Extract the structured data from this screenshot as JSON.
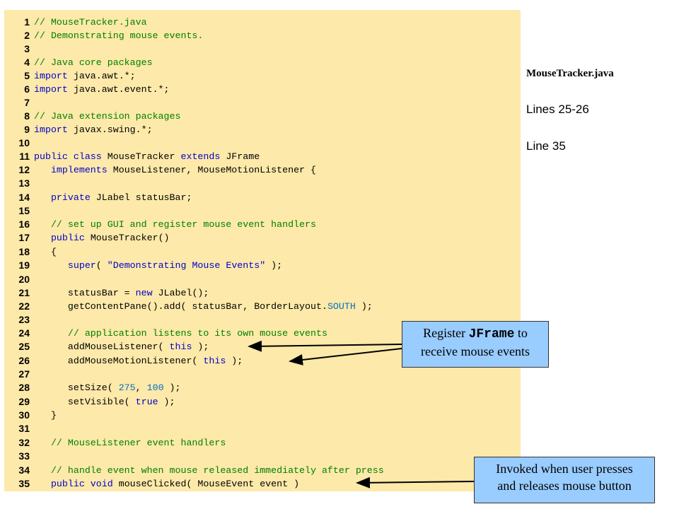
{
  "sidebar": {
    "file_name": "MouseTracker.java",
    "refs": [
      "Lines 25-26",
      "Line 35"
    ]
  },
  "callouts": {
    "register": {
      "pre": "Register ",
      "mono": "JFrame",
      "post": " to",
      "line2": "receive mouse events"
    },
    "invoked": {
      "line1": "Invoked when user presses",
      "line2": "and releases mouse button"
    }
  },
  "colors": {
    "panel": "#fde9a9",
    "comment": "#008000",
    "keyword": "#0000cc",
    "number": "#0070c0",
    "callout": "#99ccff"
  },
  "code_lines": [
    {
      "n": "1",
      "tokens": [
        {
          "t": "// MouseTracker.java",
          "c": "comment"
        }
      ]
    },
    {
      "n": "2",
      "tokens": [
        {
          "t": "// Demonstrating mouse events.",
          "c": "comment"
        }
      ]
    },
    {
      "n": "3",
      "tokens": []
    },
    {
      "n": "4",
      "tokens": [
        {
          "t": "// Java core packages",
          "c": "comment"
        }
      ]
    },
    {
      "n": "5",
      "tokens": [
        {
          "t": "import",
          "c": "keyword"
        },
        {
          "t": " java.awt.*;",
          "c": "text"
        }
      ]
    },
    {
      "n": "6",
      "tokens": [
        {
          "t": "import",
          "c": "keyword"
        },
        {
          "t": " java.awt.event.*;",
          "c": "text"
        }
      ]
    },
    {
      "n": "7",
      "tokens": []
    },
    {
      "n": "8",
      "tokens": [
        {
          "t": "// Java extension packages",
          "c": "comment"
        }
      ]
    },
    {
      "n": "9",
      "tokens": [
        {
          "t": "import",
          "c": "keyword"
        },
        {
          "t": " javax.swing.*;",
          "c": "text"
        }
      ]
    },
    {
      "n": "10",
      "tokens": []
    },
    {
      "n": "11",
      "tokens": [
        {
          "t": "public class",
          "c": "keyword"
        },
        {
          "t": " MouseTracker ",
          "c": "text"
        },
        {
          "t": "extends",
          "c": "keyword"
        },
        {
          "t": " JFrame",
          "c": "text"
        }
      ]
    },
    {
      "n": "12",
      "tokens": [
        {
          "t": "   ",
          "c": "text"
        },
        {
          "t": "implements",
          "c": "keyword"
        },
        {
          "t": " MouseListener, MouseMotionListener {",
          "c": "text"
        }
      ]
    },
    {
      "n": "13",
      "tokens": []
    },
    {
      "n": "14",
      "tokens": [
        {
          "t": "   ",
          "c": "text"
        },
        {
          "t": "private",
          "c": "keyword"
        },
        {
          "t": " JLabel statusBar;",
          "c": "text"
        }
      ]
    },
    {
      "n": "15",
      "tokens": []
    },
    {
      "n": "16",
      "tokens": [
        {
          "t": "   // set up GUI and register mouse event handlers",
          "c": "comment"
        }
      ]
    },
    {
      "n": "17",
      "tokens": [
        {
          "t": "   ",
          "c": "text"
        },
        {
          "t": "public",
          "c": "keyword"
        },
        {
          "t": " MouseTracker()",
          "c": "text"
        }
      ]
    },
    {
      "n": "18",
      "tokens": [
        {
          "t": "   {",
          "c": "text"
        }
      ]
    },
    {
      "n": "19",
      "tokens": [
        {
          "t": "      ",
          "c": "text"
        },
        {
          "t": "super",
          "c": "keyword"
        },
        {
          "t": "( ",
          "c": "text"
        },
        {
          "t": "\"Demonstrating Mouse Events\"",
          "c": "string"
        },
        {
          "t": " );",
          "c": "text"
        }
      ]
    },
    {
      "n": "20",
      "tokens": []
    },
    {
      "n": "21",
      "tokens": [
        {
          "t": "      statusBar = ",
          "c": "text"
        },
        {
          "t": "new",
          "c": "keyword"
        },
        {
          "t": " JLabel();",
          "c": "text"
        }
      ]
    },
    {
      "n": "22",
      "tokens": [
        {
          "t": "      getContentPane().add( statusBar, BorderLayout.",
          "c": "text"
        },
        {
          "t": "SOUTH",
          "c": "const"
        },
        {
          "t": " );",
          "c": "text"
        }
      ]
    },
    {
      "n": "23",
      "tokens": []
    },
    {
      "n": "24",
      "tokens": [
        {
          "t": "      // application listens to its own mouse events",
          "c": "comment"
        }
      ]
    },
    {
      "n": "25",
      "tokens": [
        {
          "t": "      addMouseListener( ",
          "c": "text"
        },
        {
          "t": "this",
          "c": "keyword"
        },
        {
          "t": " );",
          "c": "text"
        }
      ]
    },
    {
      "n": "26",
      "tokens": [
        {
          "t": "      addMouseMotionListener( ",
          "c": "text"
        },
        {
          "t": "this",
          "c": "keyword"
        },
        {
          "t": " );",
          "c": "text"
        }
      ]
    },
    {
      "n": "27",
      "tokens": []
    },
    {
      "n": "28",
      "tokens": [
        {
          "t": "      setSize( ",
          "c": "text"
        },
        {
          "t": "275",
          "c": "number"
        },
        {
          "t": ", ",
          "c": "text"
        },
        {
          "t": "100",
          "c": "number"
        },
        {
          "t": " );",
          "c": "text"
        }
      ]
    },
    {
      "n": "29",
      "tokens": [
        {
          "t": "      setVisible( ",
          "c": "text"
        },
        {
          "t": "true",
          "c": "keyword"
        },
        {
          "t": " );",
          "c": "text"
        }
      ]
    },
    {
      "n": "30",
      "tokens": [
        {
          "t": "   }",
          "c": "text"
        }
      ]
    },
    {
      "n": "31",
      "tokens": []
    },
    {
      "n": "32",
      "tokens": [
        {
          "t": "   // MouseListener event handlers",
          "c": "comment"
        }
      ]
    },
    {
      "n": "33",
      "tokens": []
    },
    {
      "n": "34",
      "tokens": [
        {
          "t": "   // handle event when mouse released immediately after press",
          "c": "comment"
        }
      ]
    },
    {
      "n": "35",
      "tokens": [
        {
          "t": "   ",
          "c": "text"
        },
        {
          "t": "public void",
          "c": "keyword"
        },
        {
          "t": " mouseClicked( MouseEvent event )",
          "c": "text"
        }
      ]
    }
  ]
}
